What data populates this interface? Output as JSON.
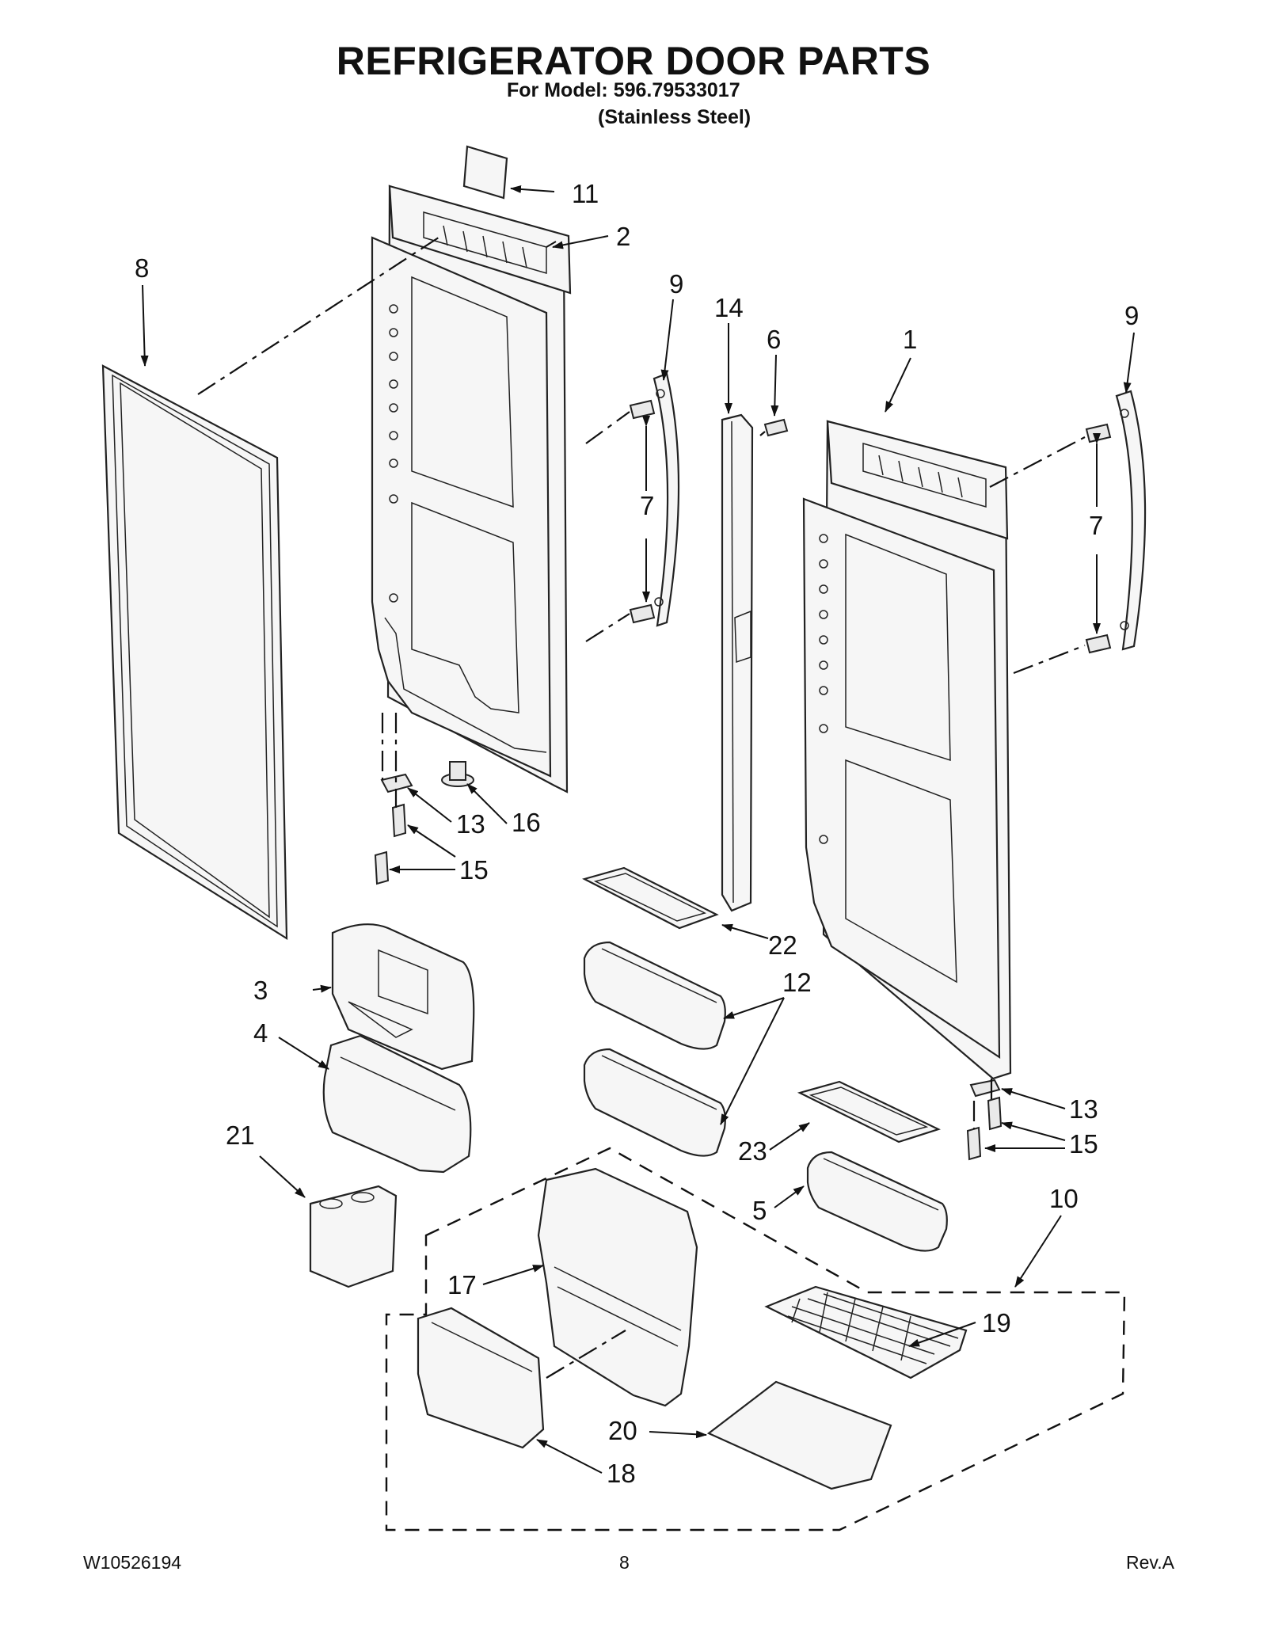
{
  "header": {
    "title": "REFRIGERATOR DOOR PARTS",
    "model_line": "For Model: 596.79533017",
    "finish_line": "(Stainless Steel)"
  },
  "footer": {
    "doc_number": "W10526194",
    "page_number": "8",
    "revision": "Rev.A"
  },
  "callouts": {
    "c1": "1",
    "c2": "2",
    "c3": "3",
    "c4": "4",
    "c5": "5",
    "c6": "6",
    "c7a": "7",
    "c7b": "7",
    "c8": "8",
    "c9a": "9",
    "c9b": "9",
    "c10": "10",
    "c11": "11",
    "c12": "12",
    "c13a": "13",
    "c13b": "13",
    "c14": "14",
    "c15a": "15",
    "c15b": "15",
    "c16": "16",
    "c17": "17",
    "c18": "18",
    "c19": "19",
    "c20": "20",
    "c21": "21",
    "c22": "22",
    "c23": "23"
  }
}
